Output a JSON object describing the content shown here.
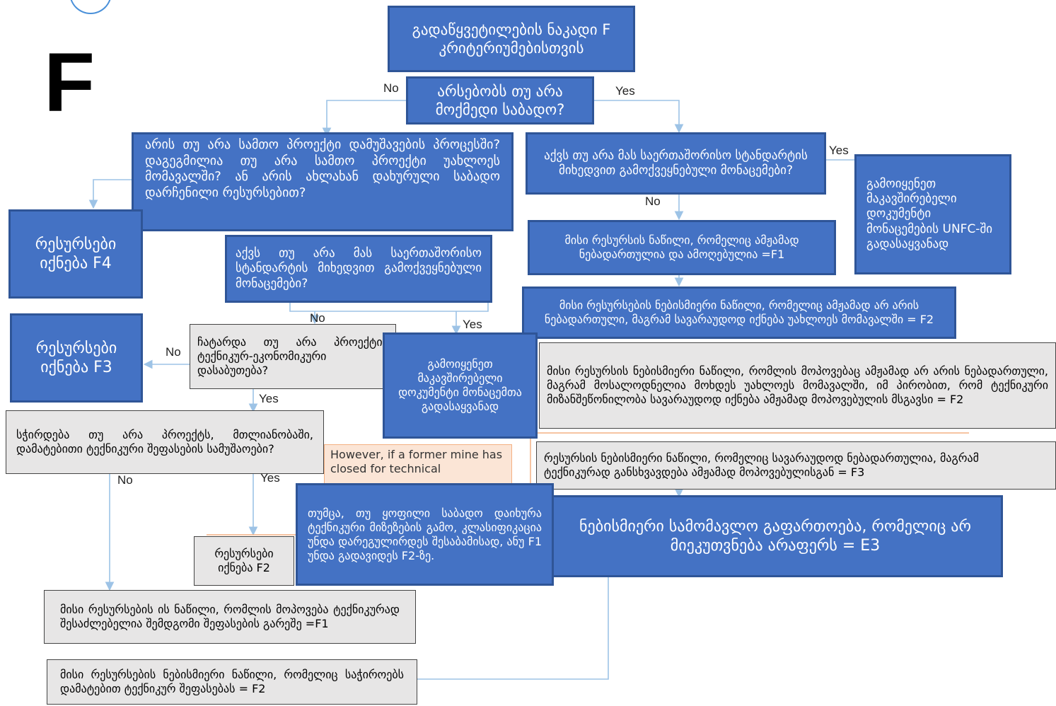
{
  "page": {
    "letter": "F"
  },
  "colors": {
    "box_blue": "#4472c4",
    "box_blue_border": "#2f5597",
    "box_grey": "#e7e6e6",
    "box_peach": "#fbe5d6",
    "arrow": "#9dc3e6"
  },
  "icons": {
    "logo": "un-emblem-icon"
  },
  "nodes": {
    "title": "გადაწყვეტილების ნაკადი F კრიტერიუმებისთვის",
    "q_facility": "არსებობს თუ არა მოქმედი საბადო?",
    "q_project": "არის თუ არა სამთო პროექტი დამუშავების პროცესში? დაგეგმილია თუ არა სამთო პროექტი უახლოეს მომავალში? ან არის ახლახან დახურული საბადო დარჩენილი რესურსებით?",
    "q_intl_right": "აქვს თუ არა მას საერთაშორისო სტანდარტის მიხედვით გამოქვეყნებული მონაცემები?",
    "use_bridging_right": "გამოიყენეთ მაკავშირებელი დოკუმენტი მონაცემების UNFC-ში გადასაყვანად",
    "res_f4": "რესურსები იქნება F4",
    "q_intl_mid": "აქვს თუ არა მას საერთაშორისო სტანდარტის მიხედვით გამოქვეყნებული მონაცემები?",
    "f1_right": "მისი რესურსის ნაწილი, რომელიც ამჟამად ნებადართულია და ამოღებულია =F1",
    "f2_right_blue": "მისი რესურსების ნებისმიერი ნაწილი, რომელიც ამჟამად არ არის ნებადართული, მაგრამ სავარაუდოდ იქნება უახლოეს მომავალში = F2",
    "res_f3": "რესურსები იქნება F3",
    "q_tech_econ": "ჩატარდა თუ არა პროექტის ტექნიკურ-ეკონომიკური დასაბუთება?",
    "use_bridging_mid": "გამოიყენეთ მაკავშირებელი დოკუმენტი მონაცემთა გადასაყვანად",
    "f2_right_grey": "მისი რესურსის ნებისმიერი ნაწილი, რომლის მოპოვებაც ამჟამად არ არის ნებადართული, მაგრამ მოსალოდნელია მოხდეს უახლოეს მომავალში, იმ პირობით, რომ ტექნიკური მიზანშეწონილობა სავარაუდოდ იქნება ამჟამად მოპოვებულის მსგავსი = F2",
    "q_further_studies": "სჭირდება თუ არა პროექტს, მთლიანობაში, დამატებითი ტექნიკური შეფასების სამუშაოები?",
    "english_fragment": "However, if a former mine has closed for technical",
    "f3_right": "რესურსის ნებისმიერი ნაწილი, რომელიც სავარაუდოდ ნებადართულია, მაგრამ ტექნიკურად განსხვავდება ამჟამად მოპოვებულისგან = F3",
    "closed_mine_note": "თუმცა, თუ ყოფილი საბადო დაიხურა ტექნიკური მიზეზების გამო, კლასიფიკაცია უნდა დარეგულირდეს შესაბამისად, ანუ F1 უნდა გადავიდეს F2-ზე.",
    "e3_box": "ნებისმიერი სამომავლო გაფართოება, რომელიც არ მიეკუთვნება არაფერს = E3",
    "res_f2": "რესურსები იქნება F2",
    "f1_bottom": "მისი რესურსების ის ნაწილი, რომლის მოპოვება ტექნიკურად შესაძლებელია შემდგომი შეფასების გარეშე =F1",
    "f2_bottom": "მისი რესურსების ნებისმიერი ნაწილი, რომელიც საჭიროებს დამატებით ტექნიკურ შეფასებას = F2"
  },
  "edge_labels": {
    "no_top": "No",
    "yes_top": "Yes",
    "yes_right": "Yes",
    "no_right": "No",
    "no_mid": "No",
    "yes_mid": "Yes",
    "no_f3": "No",
    "yes_tech": "Yes",
    "no_bottom": "No",
    "yes_bottom": "Yes"
  }
}
